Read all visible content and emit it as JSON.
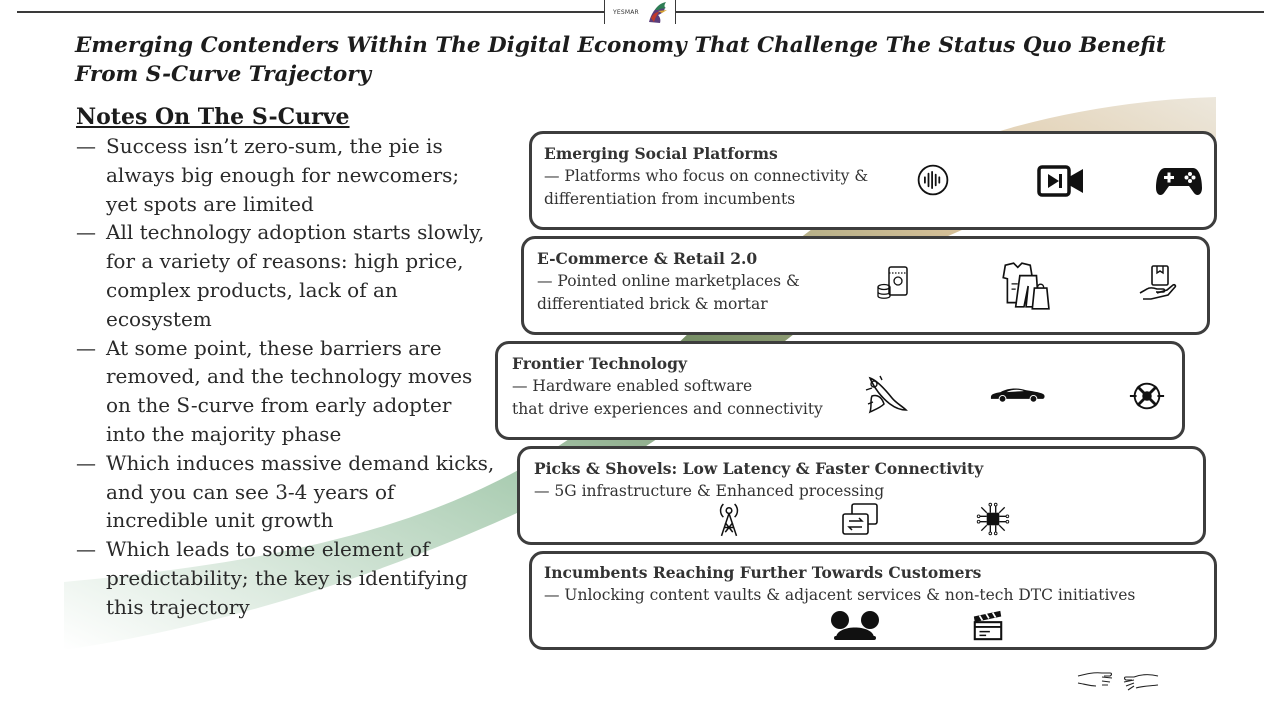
{
  "header": {
    "logo_text": "YESMAR",
    "logo_icon": "eagle-head-icon"
  },
  "title": "Emerging Contenders Within The Digital Economy That Challenge The Status Quo Benefit From S-Curve Trajectory",
  "notes": {
    "heading": "Notes On The S-Curve",
    "dash": "—",
    "items": [
      "Success isn’t zero-sum, the pie is always big enough for newcomers; yet spots are limited",
      "All technology adoption starts slowly, for a variety of reasons: high price, complex products, lack of an ecosystem",
      "At some point, these barriers are removed, and the technology moves on the S-curve from early adopter into the majority phase",
      "Which induces massive demand kicks, and you can see 3-4 years of incredible unit growth",
      "Which leads to some element of predictability; the key is identifying this trajectory"
    ]
  },
  "cards": [
    {
      "title": "Emerging Social Platforms",
      "line1": "—  Platforms who focus on connectivity &",
      "line2": "differentiation from incumbents",
      "icons": [
        "audio-wave-icon",
        "video-play-icon",
        "gamepad-icon"
      ]
    },
    {
      "title": "E-Commerce & Retail 2.0",
      "line1": "—  Pointed online marketplaces &",
      "line2": "differentiated brick & mortar",
      "icons": [
        "grocery-items-icon",
        "clothing-shopping-icon",
        "hand-product-icon"
      ]
    },
    {
      "title": "Frontier Technology",
      "line1": "—  Hardware enabled software",
      "line2": "that drive experiences and connectivity",
      "icons": [
        "space-rocket-icon",
        "electric-car-icon",
        "drone-icon"
      ]
    },
    {
      "title": "Picks & Shovels: Low Latency & Faster Connectivity",
      "line1": "—  5G infrastructure & Enhanced processing",
      "icons": [
        "cell-tower-icon",
        "data-transfer-icon",
        "processor-chip-icon"
      ]
    },
    {
      "title": "Incumbents Reaching Further Towards Customers",
      "line1": "—  Unlocking content vaults & adjacent services & non-tech DTC initiatives",
      "icons": [
        "mouse-ears-icon",
        "clapperboard-icon"
      ]
    }
  ],
  "footer": {
    "icon": "handshake-hands-icon"
  },
  "colors": {
    "curve_green": "#8dba98",
    "curve_tan": "#d9c9a8",
    "curve_olive": "#4d6a3d",
    "card_border": "#3d3d3d"
  }
}
